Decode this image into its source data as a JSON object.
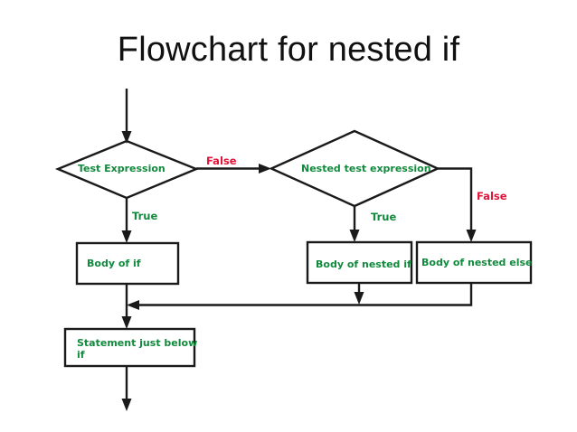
{
  "page": {
    "title": "Flowchart for nested if",
    "background_color": "#ffffff"
  },
  "colors": {
    "node_text": "#128a3d",
    "true_label": "#128a3d",
    "false_label": "#e31238",
    "line": "#1a1a1a",
    "title_text": "#111111",
    "shape_fill": "#ffffff"
  },
  "nodes": {
    "test_expression": {
      "label": "Test Expression",
      "shape": "diamond"
    },
    "nested_test_expression": {
      "label": "Nested test expression",
      "shape": "diamond"
    },
    "body_of_if": {
      "label": "Body of if",
      "shape": "rectangle"
    },
    "body_of_nested_if": {
      "label": "Body of nested if",
      "shape": "rectangle"
    },
    "body_of_nested_else": {
      "label": "Body of nested else",
      "shape": "rectangle"
    },
    "statement_below": {
      "label_line1": "Statement just below",
      "label_line2": "if",
      "shape": "rectangle"
    }
  },
  "edge_labels": {
    "test_false": "False",
    "test_true": "True",
    "nested_false": "False",
    "nested_true": "True"
  },
  "chart_data": {
    "type": "diagram",
    "diagram_kind": "flowchart",
    "title": "Flowchart for nested if",
    "nodes": [
      {
        "id": "entry",
        "type": "entry-arrow",
        "label": ""
      },
      {
        "id": "test_expression",
        "type": "decision",
        "label": "Test Expression"
      },
      {
        "id": "nested_test_expression",
        "type": "decision",
        "label": "Nested test expression"
      },
      {
        "id": "body_of_if",
        "type": "process",
        "label": "Body of if"
      },
      {
        "id": "body_of_nested_if",
        "type": "process",
        "label": "Body of nested if"
      },
      {
        "id": "body_of_nested_else",
        "type": "process",
        "label": "Body of nested else"
      },
      {
        "id": "statement_below",
        "type": "process",
        "label": "Statement just below if"
      },
      {
        "id": "exit",
        "type": "exit-arrow",
        "label": ""
      }
    ],
    "edges": [
      {
        "from": "entry",
        "to": "test_expression",
        "label": ""
      },
      {
        "from": "test_expression",
        "to": "nested_test_expression",
        "label": "False"
      },
      {
        "from": "test_expression",
        "to": "body_of_if",
        "label": "True"
      },
      {
        "from": "nested_test_expression",
        "to": "body_of_nested_if",
        "label": "True"
      },
      {
        "from": "nested_test_expression",
        "to": "body_of_nested_else",
        "label": "False"
      },
      {
        "from": "body_of_if",
        "to": "statement_below",
        "label": ""
      },
      {
        "from": "body_of_nested_if",
        "to": "statement_below",
        "label": ""
      },
      {
        "from": "body_of_nested_else",
        "to": "statement_below",
        "label": ""
      },
      {
        "from": "statement_below",
        "to": "exit",
        "label": ""
      }
    ]
  }
}
